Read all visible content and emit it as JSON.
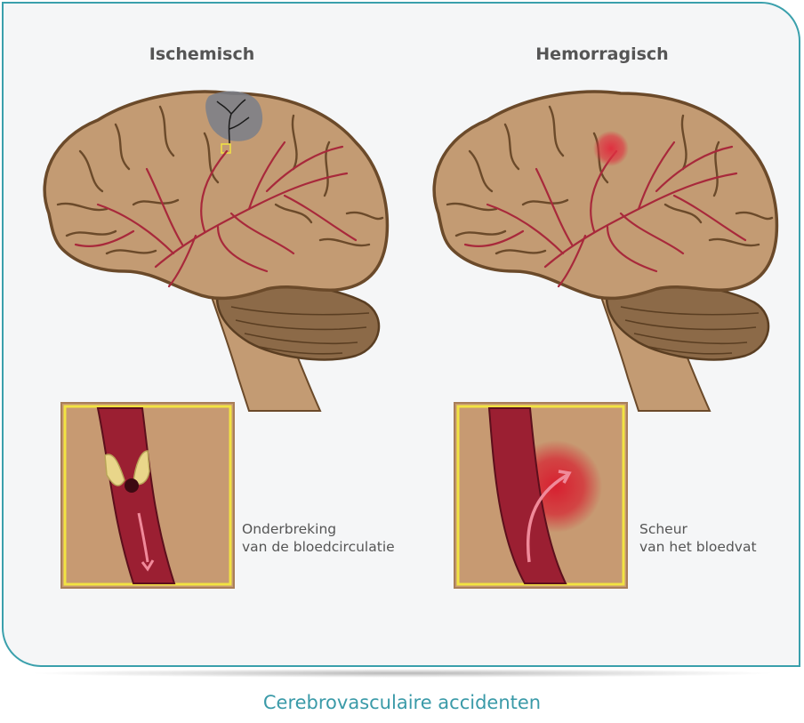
{
  "panels": [
    {
      "title": "Ischemisch",
      "caption_line1": "Onderbreking",
      "caption_line2": "van de bloedcirculatie"
    },
    {
      "title": "Hemorragisch",
      "caption_line1": "Scheur",
      "caption_line2": "van het bloedvat"
    }
  ],
  "footer": "Cerebrovasculaire accidenten",
  "colors": {
    "frame": "#3aa0ac",
    "brain": "#c39b73",
    "vessel": "#a8293b",
    "inset_border": "#f2e342",
    "ischemic_area": "#7a7f8a",
    "hemorrhage": "#e03040"
  }
}
